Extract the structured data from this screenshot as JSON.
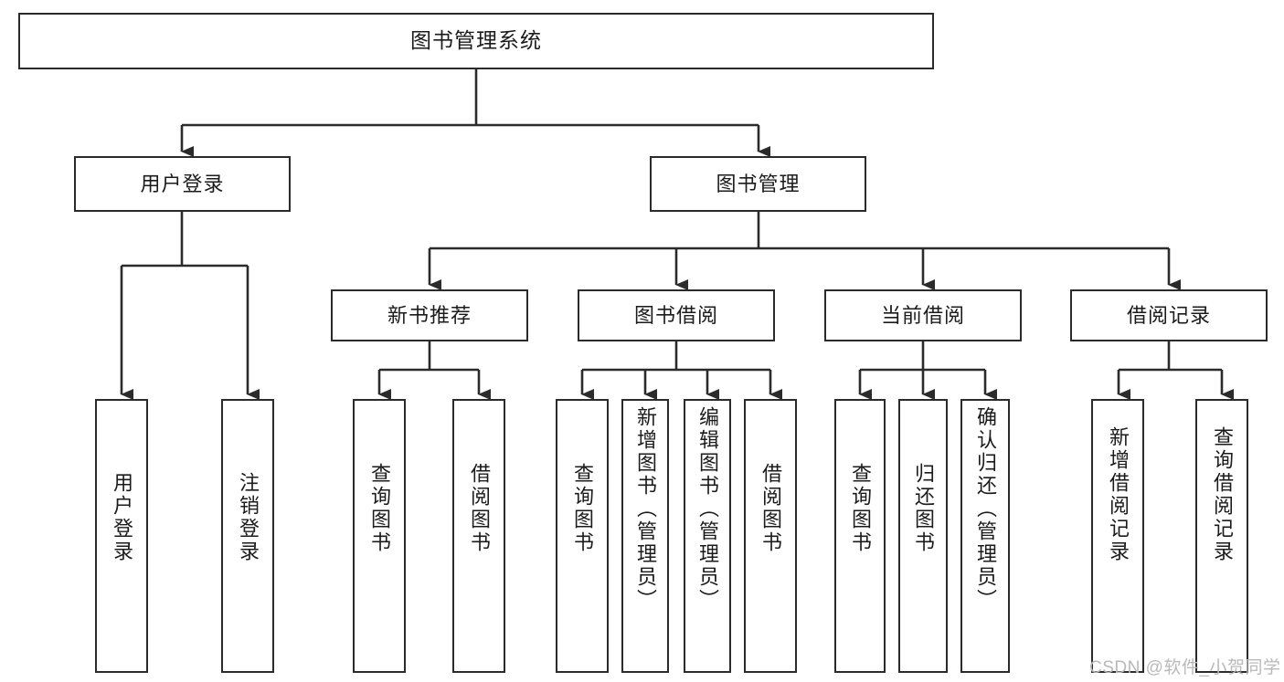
{
  "diagram": {
    "title": "图书管理系统",
    "type": "tree-hierarchy-chart",
    "colors": {
      "box_border": "#2b2b2b",
      "box_fill": "#ffffff",
      "edge": "#2b2b2b",
      "text": "#1b1b1b",
      "watermark": "#b9b9b9",
      "background": "#ffffff"
    }
  },
  "nodes": {
    "root": {
      "label": "图书管理系统"
    },
    "level2": [
      {
        "id": "user-login",
        "label": "用户登录"
      },
      {
        "id": "book-management",
        "label": "图书管理"
      }
    ],
    "level3": [
      {
        "id": "new-book-recommend",
        "label": "新书推荐"
      },
      {
        "id": "book-borrow",
        "label": "图书借阅"
      },
      {
        "id": "current-borrow",
        "label": "当前借阅"
      },
      {
        "id": "borrow-record",
        "label": "借阅记录"
      }
    ],
    "leaves": [
      {
        "id": "leaf-user-login",
        "label": "用户登录",
        "parent": "user-login"
      },
      {
        "id": "leaf-logout-login",
        "label": "注销登录",
        "parent": "user-login"
      },
      {
        "id": "leaf-query-book-1",
        "label": "查询图书",
        "parent": "new-book-recommend"
      },
      {
        "id": "leaf-borrow-book-1",
        "label": "借阅图书",
        "parent": "new-book-recommend"
      },
      {
        "id": "leaf-query-book-2",
        "label": "查询图书",
        "parent": "book-borrow"
      },
      {
        "id": "leaf-add-book",
        "label": "新增图书（管理员）",
        "parent": "book-borrow"
      },
      {
        "id": "leaf-edit-book",
        "label": "编辑图书（管理员）",
        "parent": "book-borrow"
      },
      {
        "id": "leaf-borrow-book-2",
        "label": "借阅图书",
        "parent": "book-borrow"
      },
      {
        "id": "leaf-query-book-3",
        "label": "查询图书",
        "parent": "current-borrow"
      },
      {
        "id": "leaf-return-book",
        "label": "归还图书",
        "parent": "current-borrow"
      },
      {
        "id": "leaf-confirm-return",
        "label": "确认归还（管理员）",
        "parent": "current-borrow"
      },
      {
        "id": "leaf-add-record",
        "label": "新增借阅记录",
        "parent": "borrow-record"
      },
      {
        "id": "leaf-query-record",
        "label": "查询借阅记录",
        "parent": "borrow-record"
      }
    ]
  },
  "watermark": {
    "text": "CSDN @软件_小贺同学"
  }
}
